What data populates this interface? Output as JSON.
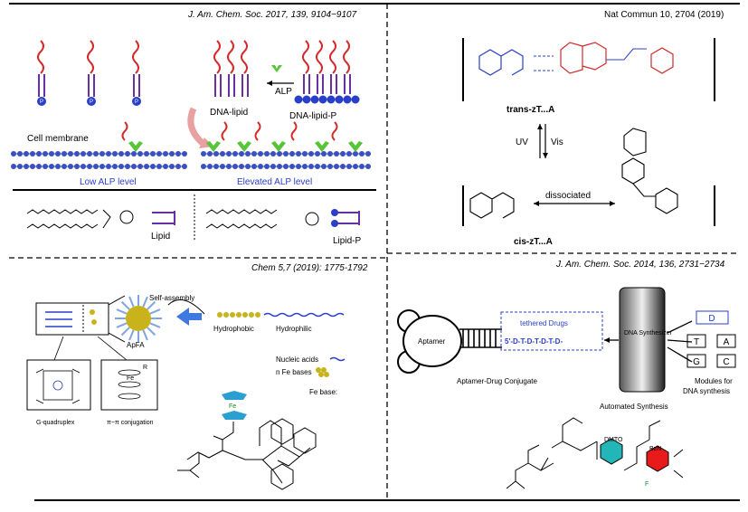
{
  "citations": {
    "top_left": "J. Am. Chem. Soc. 2017, 139, 9104−9107",
    "top_right": "Nat Commun 10, 2704 (2019)",
    "bottom_left": "Chem 5,7 (2019): 1775-1792",
    "bottom_right": "J. Am. Chem. Soc. 2014, 136, 2731−2734"
  },
  "panel_tl": {
    "alp": "ALP",
    "dna_lipid": "DNA-lipid",
    "dna_lipid_p": "DNA-lipid-P",
    "cell_membrane": "Cell membrane",
    "low_alp": "Low ALP level",
    "elevated_alp": "Elevated ALP level",
    "lipid": "Lipid",
    "lipid_p": "Lipid-P",
    "p": "P"
  },
  "panel_tr": {
    "trans": "trans-zT...A",
    "cis": "cis-zT...A",
    "vis": "Vis",
    "uv": "UV",
    "dissociated": "dissociated"
  },
  "panel_bl": {
    "self_assembly": "Self-assembly",
    "hydrophilic": "Hydrophilic",
    "hydrophobic": "Hydrophobic",
    "apfa": "ApFA",
    "nucleic_acids": "Nucleic acids",
    "n_fe_bases": "n Fe bases",
    "fe_base": "Fe base:",
    "g_quadruplex": "G-quadruplex",
    "pi_conj": "π−π conjugation",
    "fe": "Fe",
    "r": "R"
  },
  "panel_br": {
    "tethered_drugs": "tethered Drugs",
    "sequence": "5'-D-T-D-T-D-T-D-",
    "aptamer": "Aptamer",
    "conjugate": "Aptamer-Drug Conjugate",
    "dna_synth": "DNA Synthesizer",
    "automated": "Automated Synthesis",
    "modules": "Modules for",
    "modules2": "DNA synthesis",
    "mods": [
      "D",
      "T",
      "A",
      "G",
      "C"
    ],
    "dmtr": "DMTO",
    "bzn": "BzN",
    "f": "F"
  },
  "colors": {
    "red": "#d42a2a",
    "purple": "#6a2fa0",
    "blue": "#2a3fc8",
    "green": "#58c437",
    "membrane": "#3a4fc0"
  }
}
